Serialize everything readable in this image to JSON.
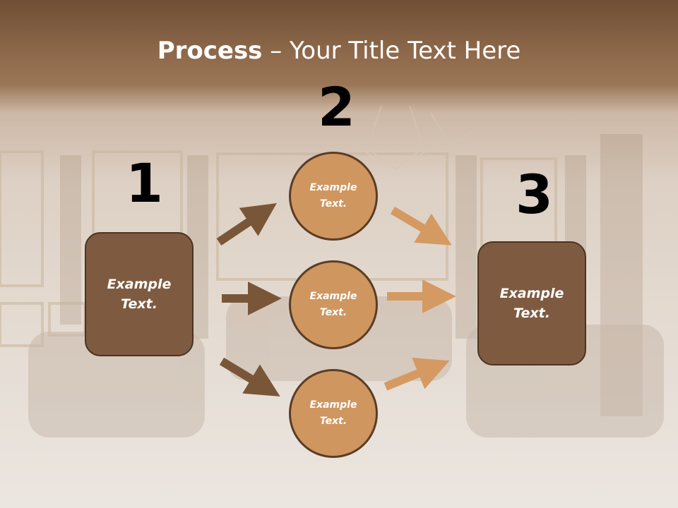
{
  "title": {
    "bold": "Process",
    "rest": " – Your Title Text Here"
  },
  "steps": [
    {
      "number": "1",
      "text": "Example\nText."
    },
    {
      "number": "2"
    },
    {
      "number": "3",
      "text": "Example\nText."
    }
  ],
  "circles": [
    {
      "text": "Example\nText."
    },
    {
      "text": "Example\nText."
    },
    {
      "text": "Example\nText."
    }
  ],
  "colors": {
    "box_fill": "#7e5b40",
    "circle_fill": "#cf9660",
    "arrow_dark": "#7a5638",
    "arrow_light": "#d49a62"
  }
}
